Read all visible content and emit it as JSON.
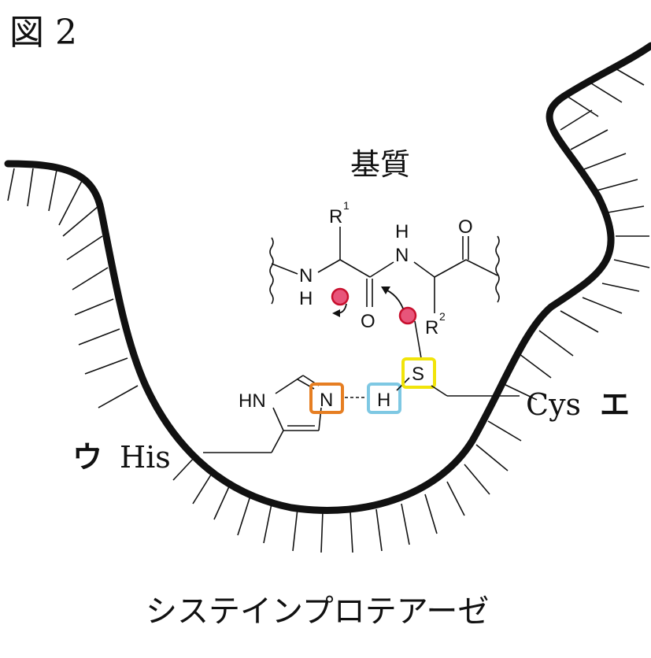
{
  "figure_label": "図 2",
  "substrate_label": "基質",
  "caption": "システインプロテアーゼ",
  "his_residue": {
    "letter": "ウ",
    "name": "His"
  },
  "cys_residue": {
    "name": "Cys",
    "letter": "エ"
  },
  "atoms": {
    "R1": "R",
    "R1_sup": "1",
    "R2": "R",
    "R2_sup": "2",
    "N": "N",
    "H": "H",
    "O": "O",
    "S": "S",
    "HN": "HN"
  },
  "colors": {
    "pocket": "#111111",
    "orange_box": "#E67E22",
    "blue_box": "#7EC8E3",
    "yellow_box": "#F1E40A",
    "electron_fill": "#E8557A",
    "electron_stroke": "#C8102E"
  }
}
